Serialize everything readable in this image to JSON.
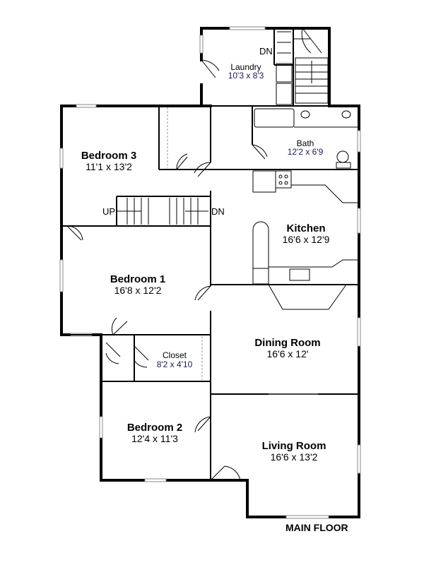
{
  "rooms": {
    "laundry": {
      "name": "Laundry",
      "dims": "10'3 x 8'3"
    },
    "bath": {
      "name": "Bath",
      "dims": "12'2 x 6'9"
    },
    "bedroom3": {
      "name": "Bedroom 3",
      "dims": "11'1 x 13'2"
    },
    "kitchen": {
      "name": "Kitchen",
      "dims": "16'6 x 12'9"
    },
    "bedroom1": {
      "name": "Bedroom 1",
      "dims": "16'8 x 12'2"
    },
    "closet": {
      "name": "Closet",
      "dims": "8'2 x 4'10"
    },
    "dining": {
      "name": "Dining Room",
      "dims": "16'6 x 12'"
    },
    "bedroom2": {
      "name": "Bedroom 2",
      "dims": "12'4 x 11'3"
    },
    "living": {
      "name": "Living Room",
      "dims": "16'6 x 13'2"
    }
  },
  "stairs": {
    "dn_laundry": "DN",
    "up": "UP",
    "dn_hall": "DN"
  },
  "floor_label": "MAIN FLOOR"
}
